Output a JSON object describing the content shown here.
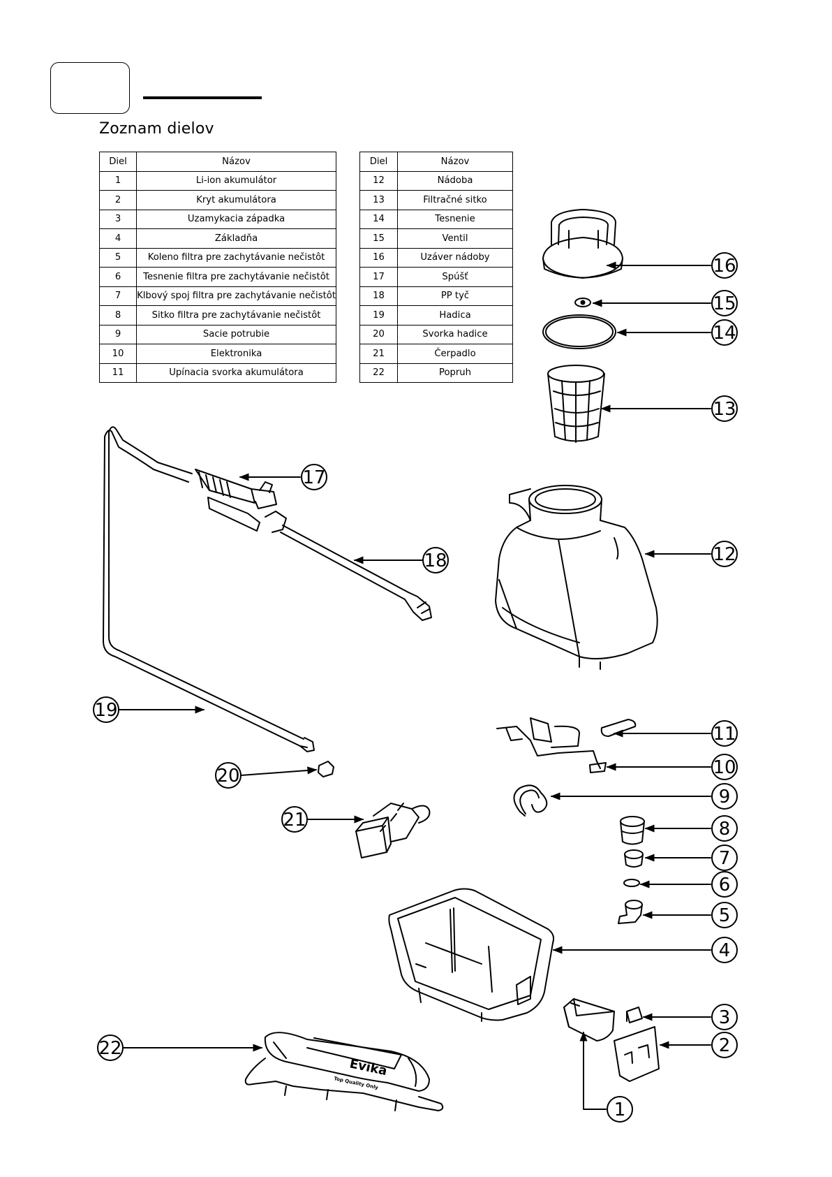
{
  "section_title": "Zoznam dielov",
  "table_left": {
    "headers": [
      "Diel",
      "Názov"
    ],
    "rows": [
      [
        "1",
        "Li-ion akumulátor"
      ],
      [
        "2",
        "Kryt akumulátora"
      ],
      [
        "3",
        "Uzamykacia západka"
      ],
      [
        "4",
        "Základňa"
      ],
      [
        "5",
        "Koleno filtra pre zachytávanie nečistôt"
      ],
      [
        "6",
        "Tesnenie filtra pre zachytávanie nečistôt"
      ],
      [
        "7",
        "Klbový spoj filtra pre zachytávanie nečistôt"
      ],
      [
        "8",
        "Sitko filtra pre zachytávanie nečistôt"
      ],
      [
        "9",
        "Sacie potrubie"
      ],
      [
        "10",
        "Elektronika"
      ],
      [
        "11",
        "Upínacia svorka akumulátora"
      ]
    ]
  },
  "table_right": {
    "headers": [
      "Diel",
      "Názov"
    ],
    "rows": [
      [
        "12",
        "Nádoba"
      ],
      [
        "13",
        "Filtračné sitko"
      ],
      [
        "14",
        "Tesnenie"
      ],
      [
        "15",
        "Ventil"
      ],
      [
        "16",
        "Uzáver nádoby"
      ],
      [
        "17",
        "Spúšť"
      ],
      [
        "18",
        "PP tyč"
      ],
      [
        "19",
        "Hadica"
      ],
      [
        "20",
        "Svorka hadice"
      ],
      [
        "21",
        "Čerpadlo"
      ],
      [
        "22",
        "Popruh"
      ]
    ]
  },
  "callouts": {
    "c1": "1",
    "c2": "2",
    "c3": "3",
    "c4": "4",
    "c5": "5",
    "c6": "6",
    "c7": "7",
    "c8": "8",
    "c9": "9",
    "c10": "10",
    "c11": "11",
    "c12": "12",
    "c13": "13",
    "c14": "14",
    "c15": "15",
    "c16": "16",
    "c17": "17",
    "c18": "18",
    "c19": "19",
    "c20": "20",
    "c21": "21",
    "c22": "22"
  },
  "strap_brand": "Evika",
  "strap_slogan": "Top Quality Only"
}
